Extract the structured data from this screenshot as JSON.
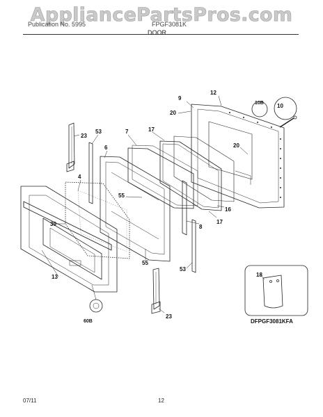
{
  "watermark": "AppliancePartsPros.com",
  "header": {
    "left_text": "Publication No. 5995",
    "right_text": "FPGF3081K",
    "section": "DOOR"
  },
  "callouts": [
    "9",
    "12",
    "10B",
    "10",
    "20",
    "23",
    "53",
    "7",
    "17",
    "6",
    "20",
    "4",
    "55",
    "16",
    "17",
    "8",
    "39",
    "55",
    "53",
    "13",
    "60B",
    "23",
    "18"
  ],
  "model_code": "DFPGF3081KFA",
  "footer": {
    "date": "07/11",
    "page": "12"
  }
}
